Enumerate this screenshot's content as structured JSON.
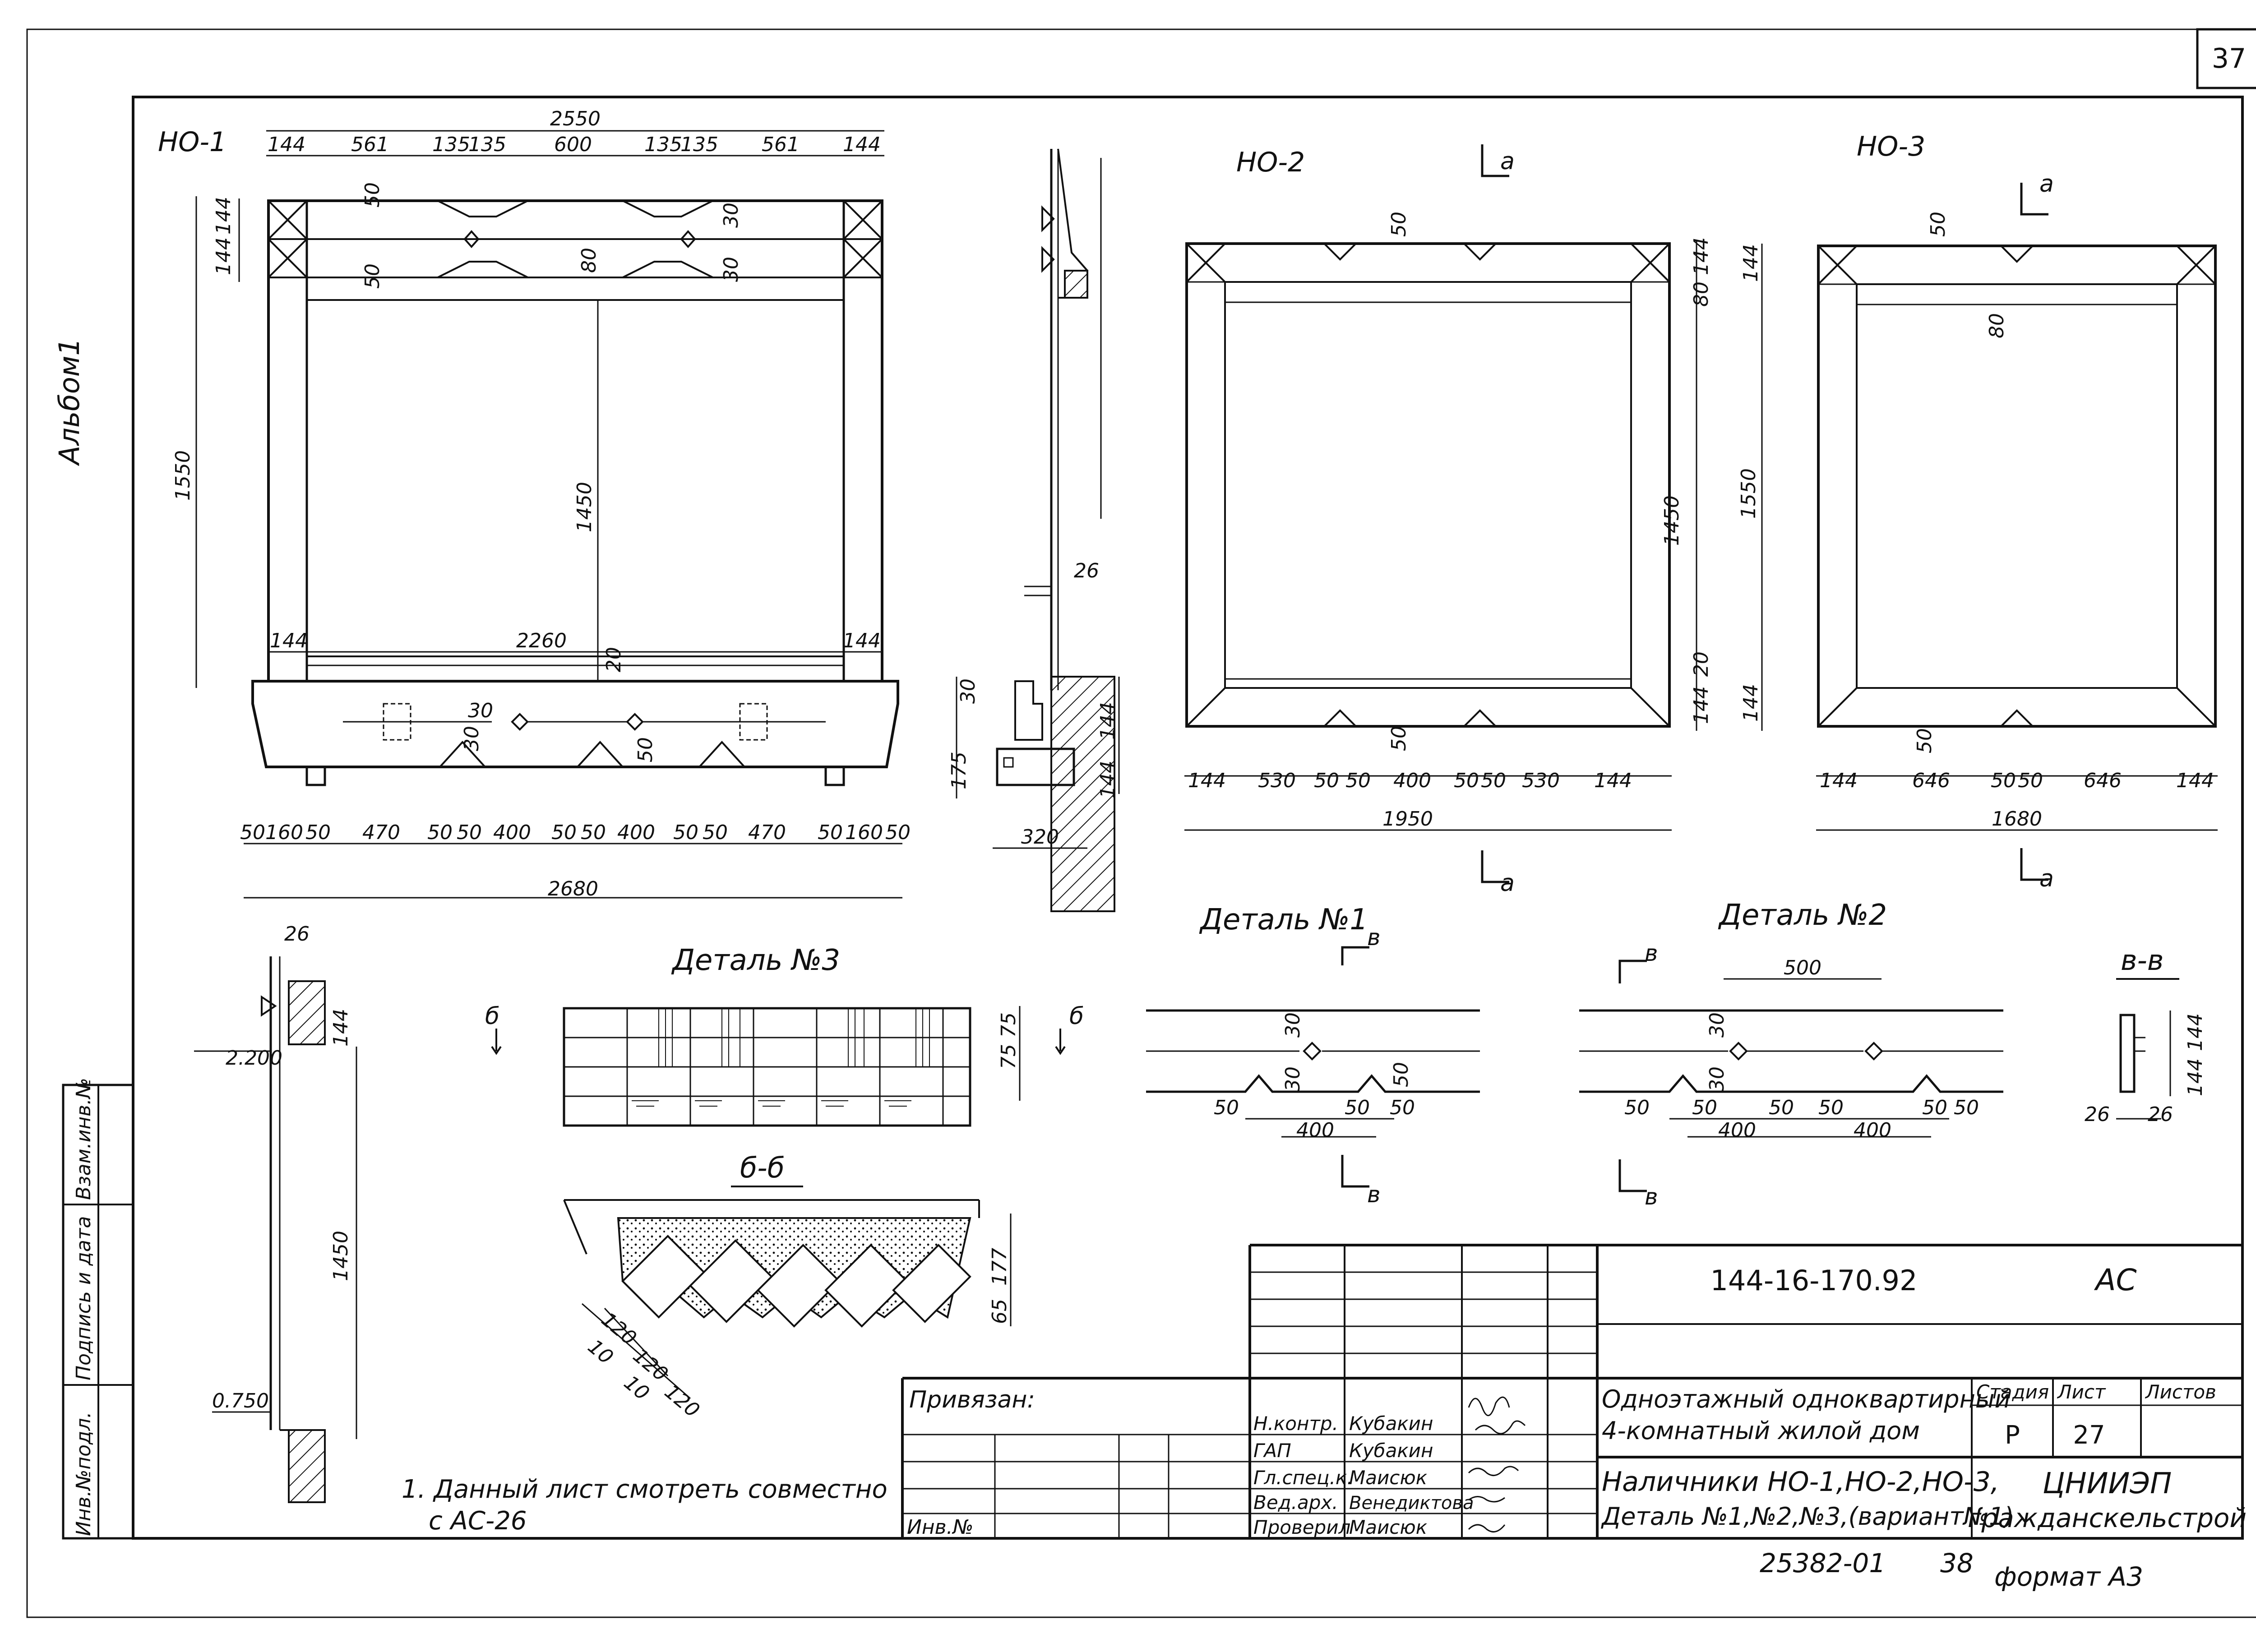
{
  "sheet": {
    "page_number": "37",
    "album_label": "Альбом1",
    "order_number": "25382-01",
    "order_sheet": "38",
    "format": "формат А3"
  },
  "side_stamp": {
    "inv_podl": "Инв.№подл.",
    "podpis_data": "Подпись и дата",
    "vzam_inv": "Взам.инв.№"
  },
  "title_block": {
    "doc_code": "144-16-170.92",
    "doc_mark": "АС",
    "binding": "Привязан:",
    "inv_no": "Инв.№",
    "project_line1": "Одноэтажный одноквартирный",
    "project_line2": "4-комнатный жилой дом",
    "sheet_title1": "Наличники НО-1,НО-2,НО-3,",
    "sheet_title2": "Деталь №1,№2,№3,(вариант№1)",
    "stage_header": "Стадия",
    "sheet_header": "Лист",
    "sheets_header": "Листов",
    "stage": "Р",
    "sheet": "27",
    "org_line1": "ЦНИИЭП",
    "org_line2": "гражданскельстрой",
    "roles": [
      {
        "role": "Н.контр.",
        "name": "Кубакин"
      },
      {
        "role": "ГАП",
        "name": "Кубакин"
      },
      {
        "role": "Гл.спец.к.",
        "name": "Маисюк"
      },
      {
        "role": "Вед.арх.",
        "name": "Венедиктова"
      },
      {
        "role": "Проверил",
        "name": "Маисюк"
      }
    ]
  },
  "note": {
    "line1": "1. Данный   лист  смотреть совместно",
    "line2": "с АС-26"
  },
  "views": {
    "ho1": "НО-1",
    "ho2": "НО-2",
    "ho3": "НО-3",
    "detail1": "Деталь №1",
    "detail2": "Деталь №2",
    "detail3": "Деталь №3",
    "section_bb": "б-б",
    "section_vv": "в-в",
    "cut_a": "а",
    "cut_b": "б",
    "cut_v": "в"
  },
  "dims": {
    "ho1_total": "2550",
    "ho1_segments": [
      "144",
      "561",
      "135",
      "135",
      "600",
      "135",
      "135",
      "561",
      "144"
    ],
    "ho1_height": "1550",
    "ho1_inner_h": "1450",
    "ho1_inner_w": "2260",
    "ho1_left_stack": [
      "144",
      "144"
    ],
    "ho1_misc": [
      "50",
      "50",
      "80",
      "30",
      "30",
      "144",
      "144",
      "20",
      "30",
      "30",
      "50"
    ],
    "sill_segments": [
      "50",
      "160",
      "50",
      "470",
      "50",
      "50",
      "400",
      "50",
      "50",
      "400",
      "50",
      "50",
      "470",
      "50",
      "160",
      "50"
    ],
    "sill_total": "2680",
    "section_misc": [
      "26",
      "30",
      "175",
      "144",
      "144",
      "320"
    ],
    "ho2_segments": [
      "144",
      "530",
      "50",
      "50",
      "400",
      "50",
      "50",
      "530",
      "144"
    ],
    "ho2_total": "1950",
    "ho2_right": [
      "80",
      "144",
      "1450",
      "20",
      "144"
    ],
    "ho2_misc": [
      "50",
      "50"
    ],
    "ho3_segments": [
      "144",
      "646",
      "50",
      "50",
      "646",
      "144"
    ],
    "ho3_total": "1680",
    "ho3_left": [
      "144",
      "1550",
      "144"
    ],
    "ho3_misc": [
      "50",
      "80",
      "50"
    ],
    "detail1": [
      "30",
      "30",
      "50",
      "50",
      "50",
      "50",
      "400"
    ],
    "detail2": [
      "500",
      "30",
      "30",
      "50",
      "50",
      "50",
      "50",
      "50",
      "50",
      "400",
      "400"
    ],
    "section_vv_dims": [
      "144",
      "144",
      "26",
      "26"
    ],
    "side_section": [
      "26",
      "144",
      "2.200",
      "1450",
      "0.750"
    ],
    "detail3_dims": [
      "75",
      "75"
    ],
    "section_bb_dims": [
      "65",
      "177",
      "120",
      "120",
      "120",
      "10",
      "10"
    ]
  }
}
